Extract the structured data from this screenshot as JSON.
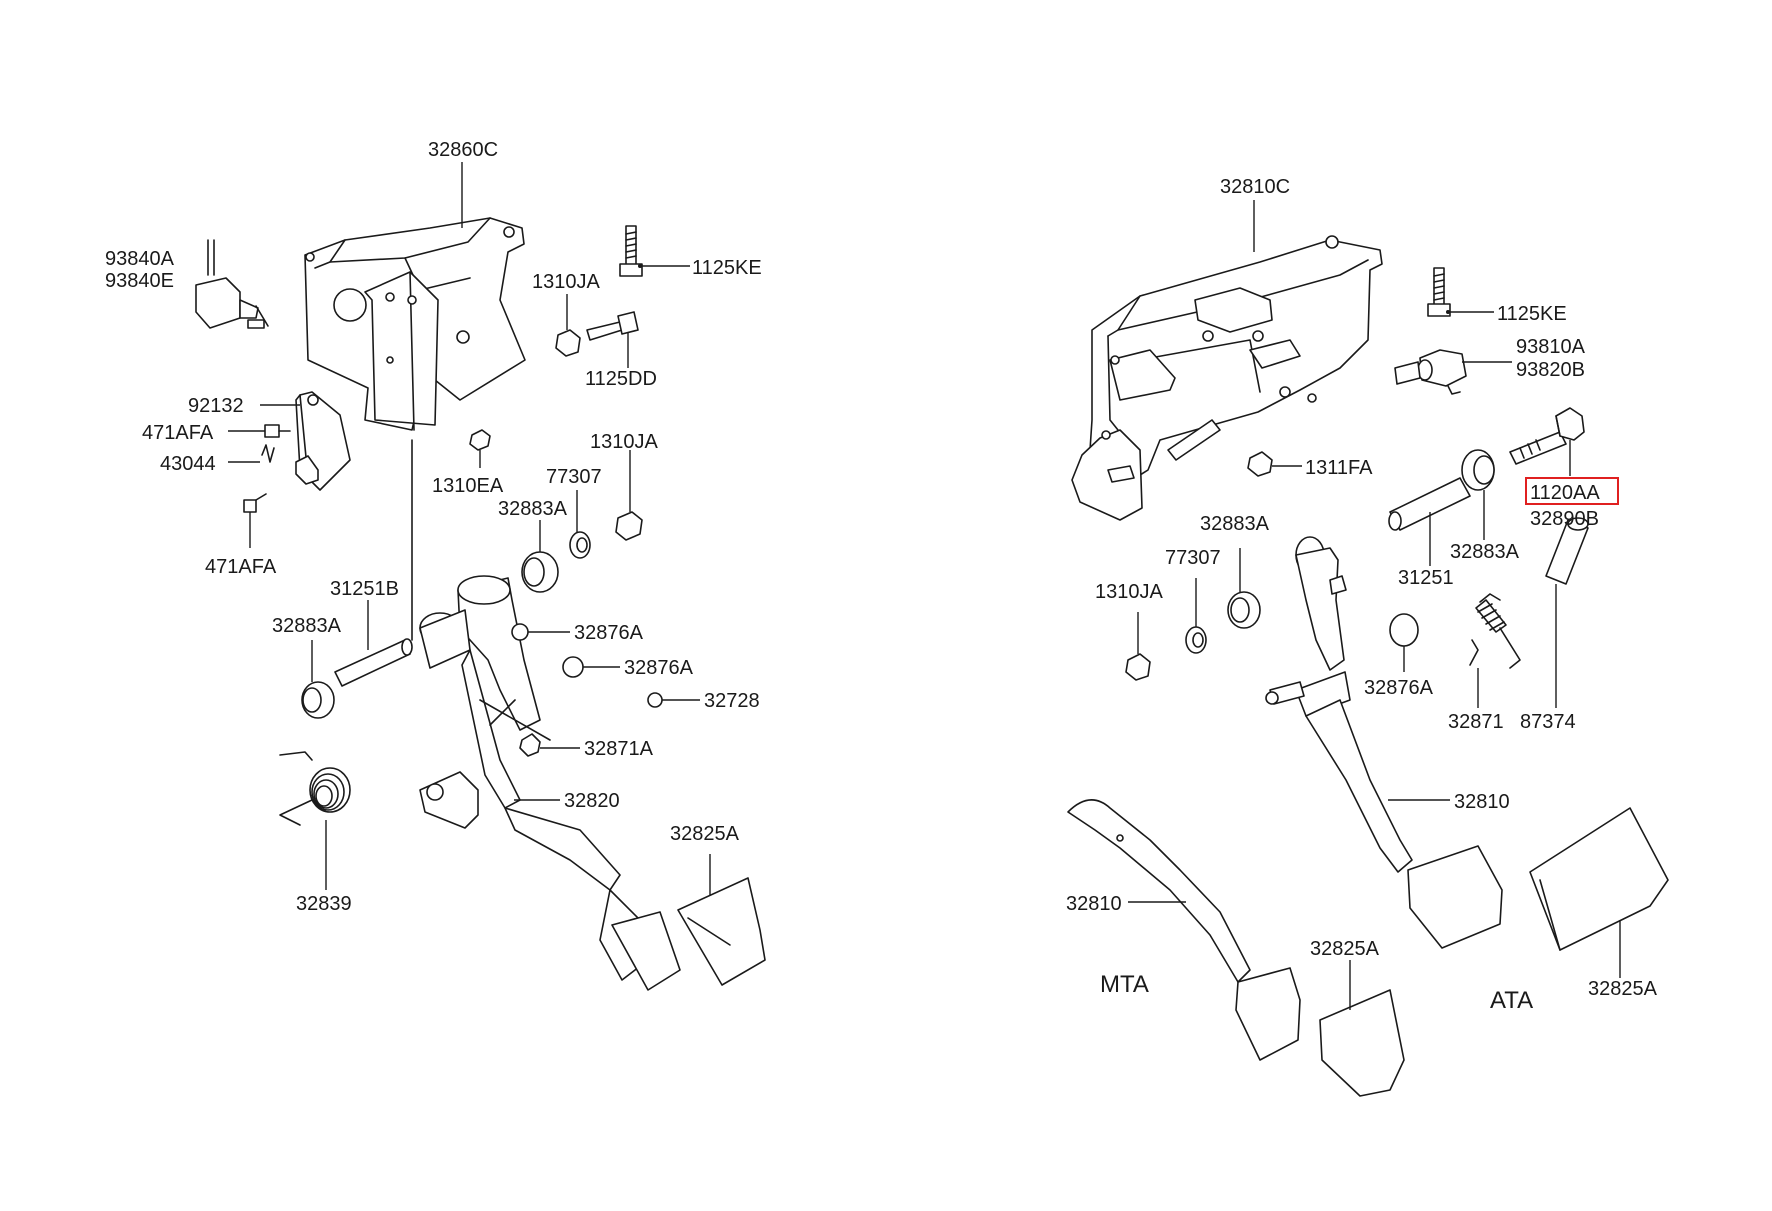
{
  "left_assembly": {
    "labels": {
      "bracket": "32860C",
      "switch_a": "93840A",
      "switch_e": "93840E",
      "bolt_top": "1125KE",
      "nut_top": "1310JA",
      "bolt_mid": "1125DD",
      "plate": "92132",
      "bolt_a": "471AFA",
      "clip": "43044",
      "bolt_b": "471AFA",
      "nut_ea": "1310EA",
      "washer": "77307",
      "nut_right": "1310JA",
      "bushing_top": "32883A",
      "shaft": "31251B",
      "bushing_left": "32883A",
      "bush_876_a": "32876A",
      "bush_876_b": "32876A",
      "stopper": "32728",
      "bush_871": "32871A",
      "pedal": "32820",
      "pad": "32825A",
      "spring": "32839"
    }
  },
  "right_assembly": {
    "labels": {
      "bracket": "32810C",
      "bolt_top": "1125KE",
      "switch_a": "93810A",
      "switch_b": "93820B",
      "nut_fa": "1311FA",
      "bolt_highlight": "1120AA",
      "bolt_b": "32890B",
      "bushing_a": "32883A",
      "washer": "77307",
      "nut": "1310JA",
      "shaft": "31251",
      "bushing_b": "32883A",
      "stopper": "32876A",
      "spring": "32871",
      "pin": "87374",
      "pedal_ata": "32810",
      "pedal_mta": "32810",
      "pad_mta": "32825A",
      "pad_ata": "32825A",
      "mta": "MTA",
      "ata": "ATA"
    }
  },
  "colors": {
    "ink": "#1a1a1a",
    "highlight": "#e02020",
    "background": "#ffffff"
  }
}
